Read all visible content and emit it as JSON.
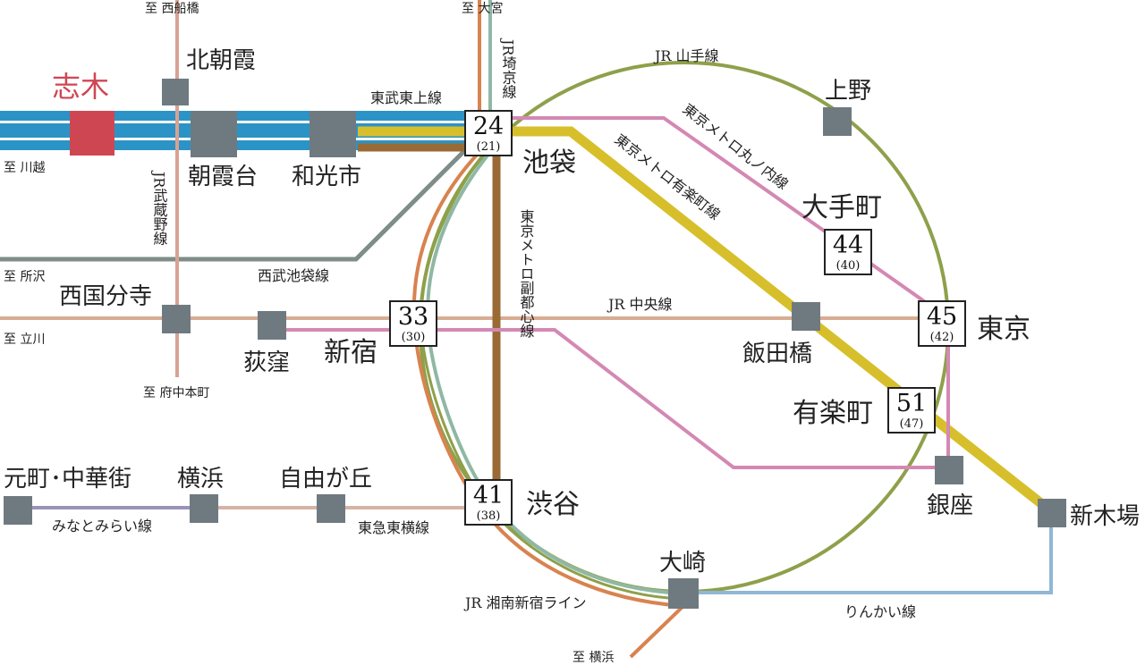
{
  "colors": {
    "tobu_tojo": "#2c93c6",
    "yamanote": "#8ea04a",
    "marunouchi": "#d488b3",
    "yurakucho": "#d7bf2c",
    "fukutoshin": "#9a6a35",
    "musashino": "#d9a291",
    "seibu_ikebukuro": "#7e8d88",
    "chuo": "#d8ac92",
    "saikyo": "#8fb8a4",
    "shonan": "#d88350",
    "tokyu_toyoko": "#d6b3a4",
    "minatomirai": "#9a93b8",
    "rinkai": "#8fb7d6",
    "station": "#6f7a80",
    "highlight": "#cf4653"
  },
  "stations": {
    "shiki": "志木",
    "kitaasaka": "北朝霞",
    "asakadai": "朝霞台",
    "wakoshi": "和光市",
    "ikebukuro": "池袋",
    "nishikokubunji": "西国分寺",
    "ogikubo": "荻窪",
    "shinjuku": "新宿",
    "iidabashi": "飯田橋",
    "ueno": "上野",
    "otemachi": "大手町",
    "tokyo": "東京",
    "yurakucho": "有楽町",
    "ginza": "銀座",
    "shinkiba": "新木場",
    "shibuya": "渋谷",
    "osaki": "大崎",
    "motomachi": "元町･中華街",
    "yokohama": "横浜",
    "jiyugaoka": "自由が丘"
  },
  "lines": {
    "tobu_tojo": "東武東上線",
    "saikyo": "JR埼京線",
    "yamanote": "JR 山手線",
    "marunouchi": "東京メトロ丸ノ内線",
    "yurakucho": "東京メトロ有楽町線",
    "fukutoshin": "東京メトロ副都心線",
    "musashino": "JR武蔵野線",
    "seibu_ikebukuro": "西武池袋線",
    "chuo": "JR 中央線",
    "minatomirai": "みなとみらい線",
    "tokyu_toyoko": "東急東横線",
    "shonan": "JR 湘南新宿ライン",
    "rinkai": "りんかい線"
  },
  "directions": {
    "nishifunabashi": "至 西船橋",
    "omiya": "至 大宮",
    "kawagoe": "至 川越",
    "tokorozawa": "至 所沢",
    "tachikawa": "至 立川",
    "fuchuhonmachi": "至 府中本町",
    "yokohama": "至 横浜"
  },
  "times": {
    "ikebukuro": {
      "main": "24",
      "sub": "(21)"
    },
    "shinjuku": {
      "main": "33",
      "sub": "(30)"
    },
    "shibuya": {
      "main": "41",
      "sub": "(38)"
    },
    "otemachi": {
      "main": "44",
      "sub": "(40)"
    },
    "tokyo": {
      "main": "45",
      "sub": "(42)"
    },
    "yurakucho": {
      "main": "51",
      "sub": "(47)"
    }
  }
}
